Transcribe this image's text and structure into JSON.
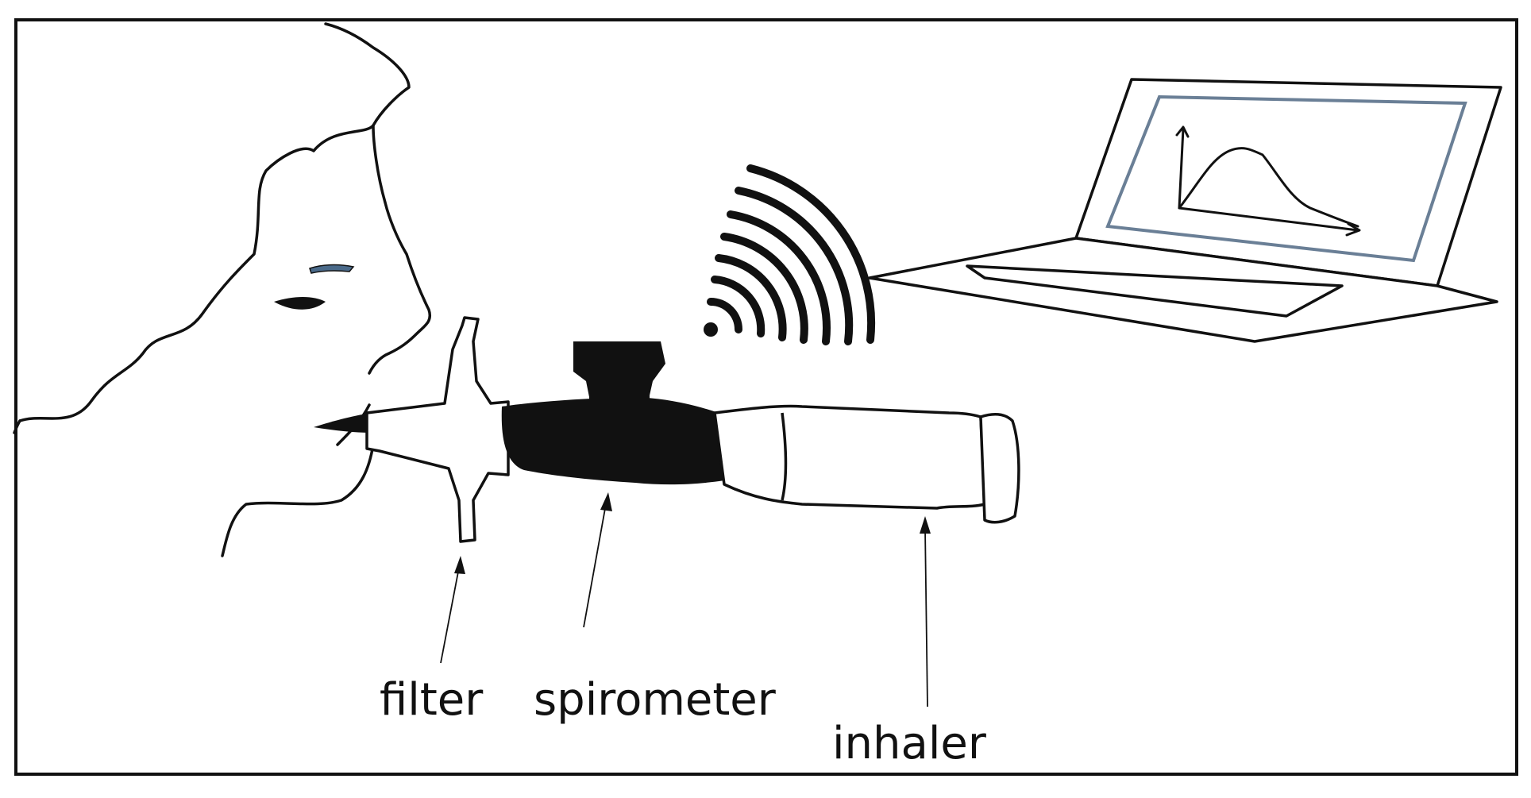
{
  "labels": {
    "filter": "filter",
    "spirometer": "spirometer",
    "inhaler": "inhaler"
  },
  "colors": {
    "ink": "#111111",
    "eyelid": "#4a6a8a",
    "screen_border": "#6a7f96",
    "background": "#ffffff"
  },
  "icons": [
    "wireless-signal-icon",
    "laptop-icon",
    "flow-volume-graph-icon"
  ]
}
